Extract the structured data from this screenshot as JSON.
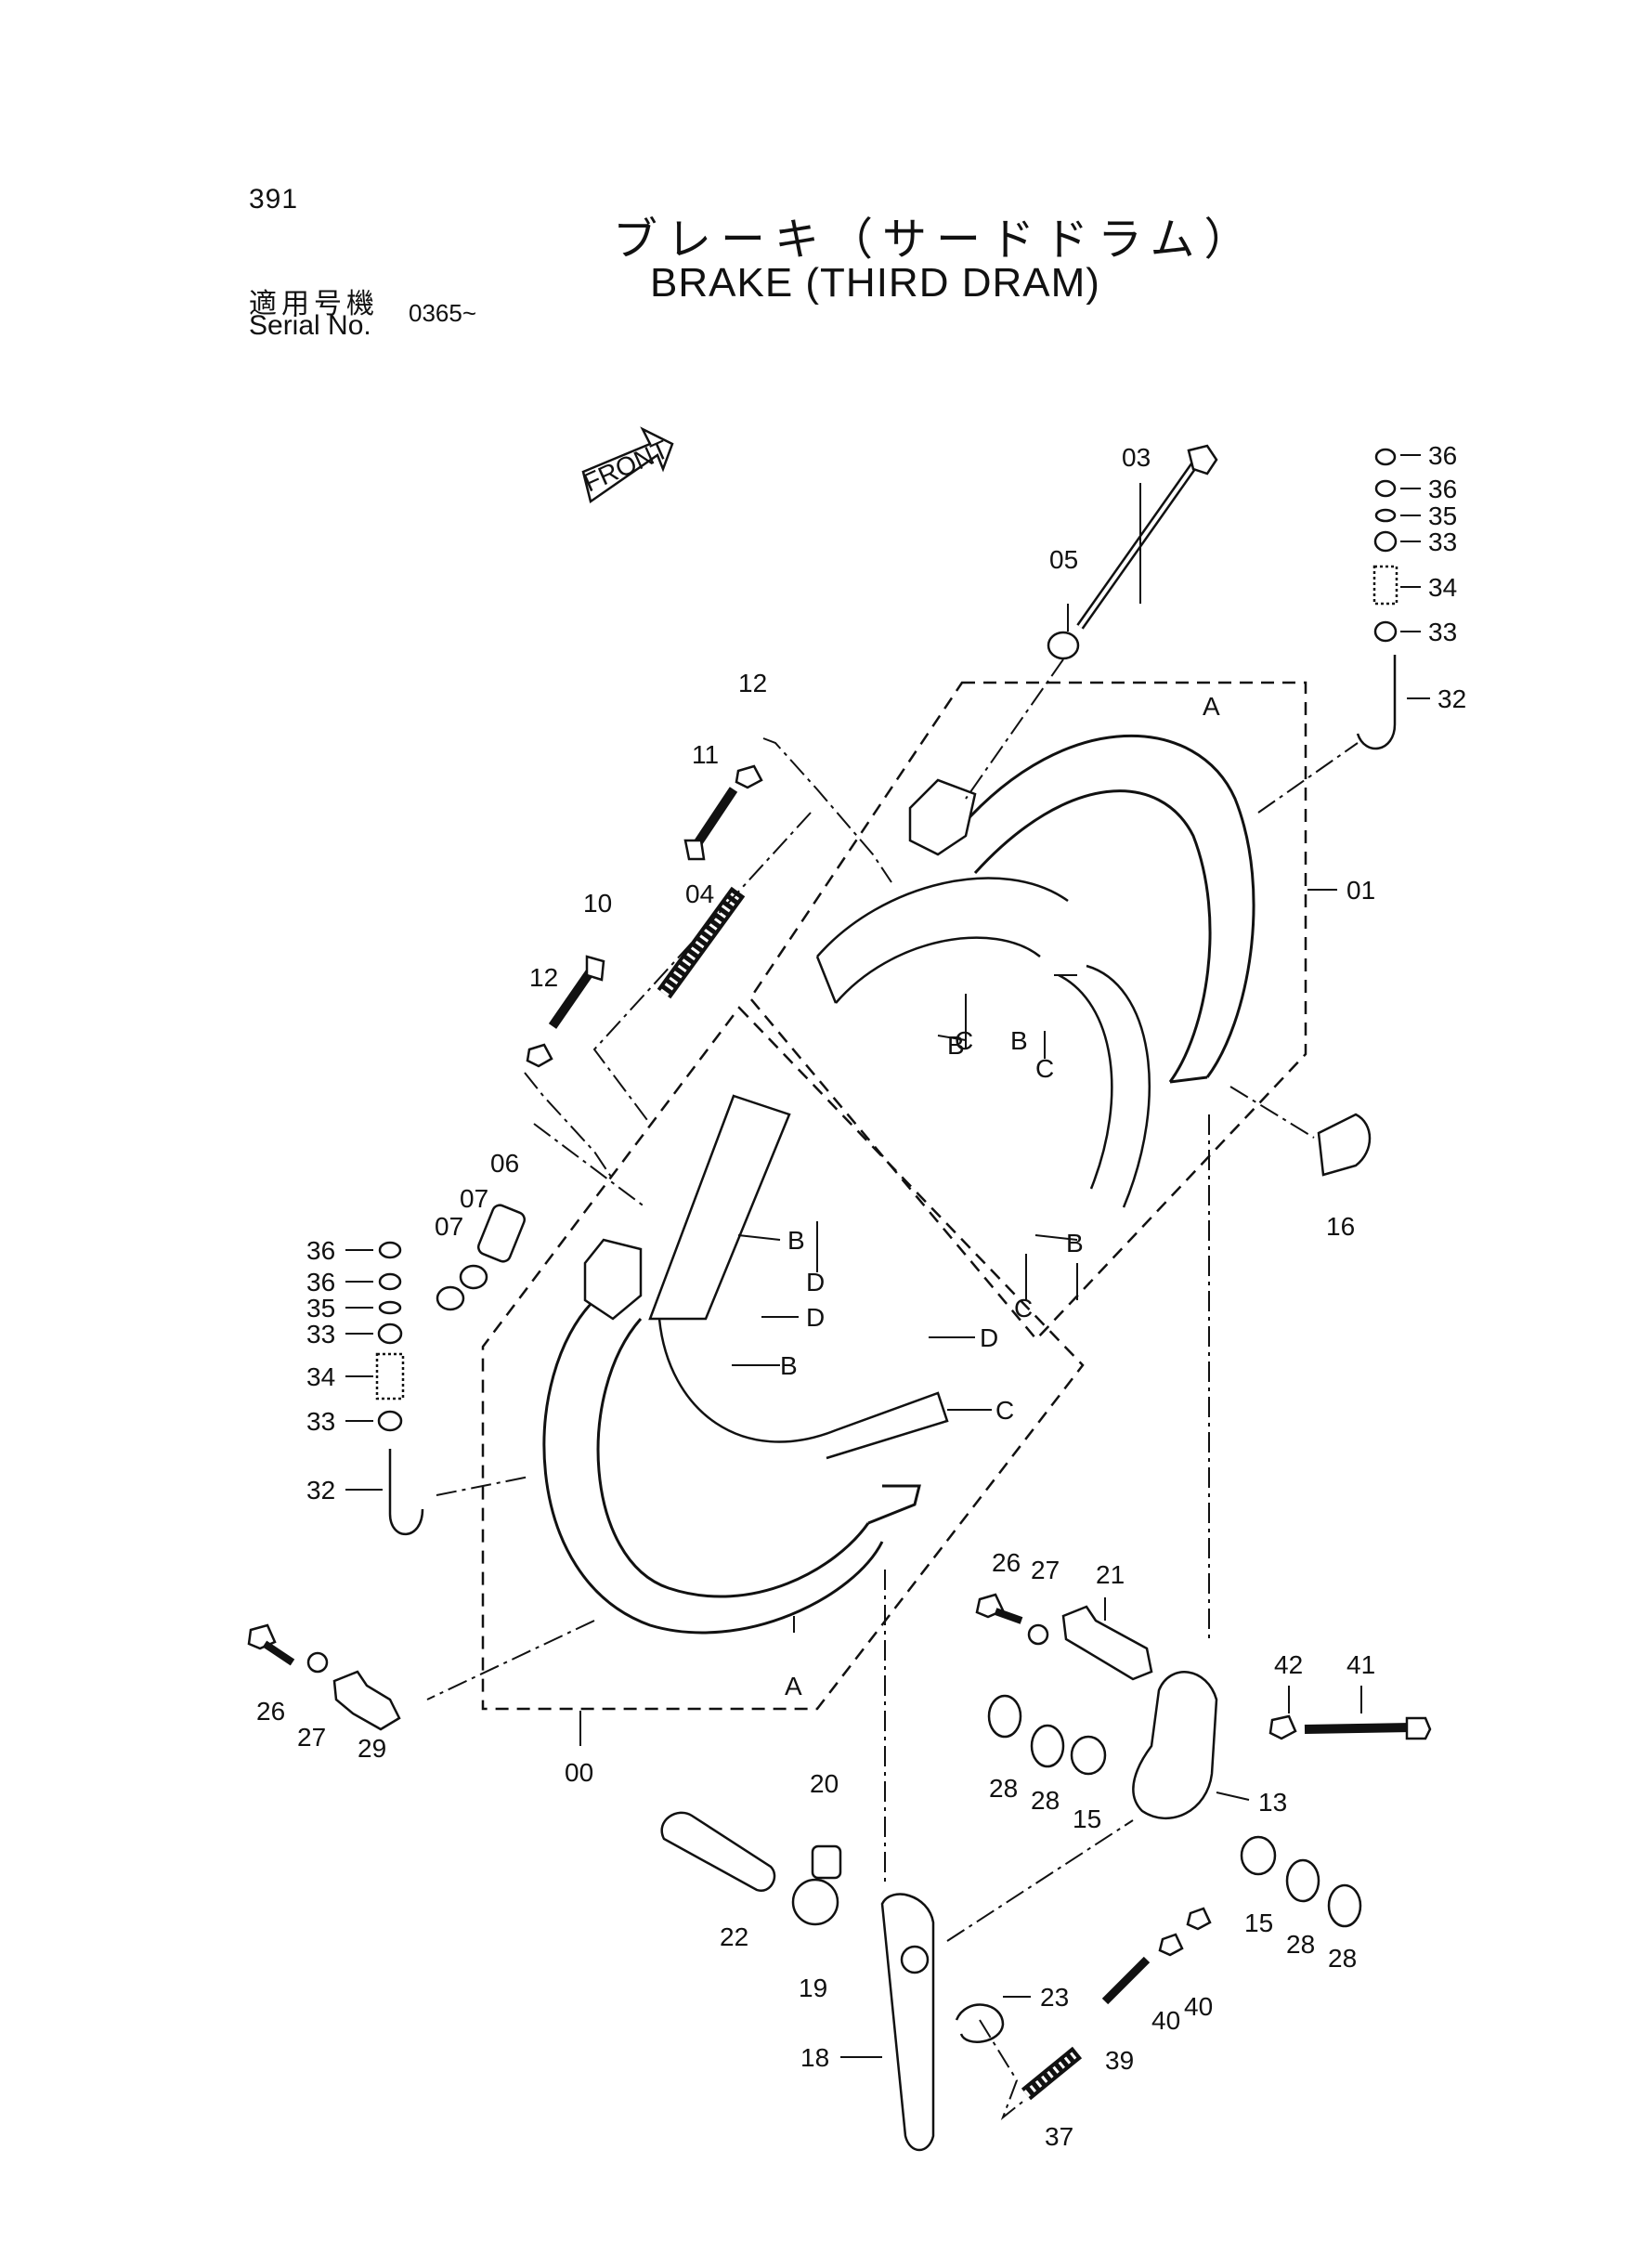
{
  "header": {
    "page_number": "391",
    "title_jp": "ブレーキ（サードドラム）",
    "title_en": "BRAKE (THIRD DRAM)",
    "serial_label_jp": "適用号機",
    "serial_label_en": "Serial No.",
    "serial_value": "0365~"
  },
  "diagram": {
    "front_label": "FRONT",
    "callouts": {
      "p01": "01",
      "p00": "00",
      "p03": "03",
      "p04": "04",
      "p05": "05",
      "p06": "06",
      "p07a": "07",
      "p07b": "07",
      "p10": "10",
      "p11": "11",
      "p12a": "12",
      "p12b": "12",
      "p13": "13",
      "p15a": "15",
      "p15b": "15",
      "p16": "16",
      "p18": "18",
      "p19": "19",
      "p20": "20",
      "p21": "21",
      "p22": "22",
      "p23": "23",
      "p26a": "26",
      "p26b": "26",
      "p27a": "27",
      "p27b": "27",
      "p28a": "28",
      "p28b": "28",
      "p28c": "28",
      "p28d": "28",
      "p29": "29",
      "p32a": "32",
      "p32b": "32",
      "p33a": "33",
      "p33b": "33",
      "p33c": "33",
      "p33d": "33",
      "p34a": "34",
      "p34b": "34",
      "p35a": "35",
      "p35b": "35",
      "p36a": "36",
      "p36b": "36",
      "p36c": "36",
      "p36d": "36",
      "p37": "37",
      "p39": "39",
      "p40a": "40",
      "p40b": "40",
      "p41": "41",
      "p42": "42",
      "refA1": "A",
      "refA2": "A",
      "refB1": "B",
      "refB2": "B",
      "refB3": "B",
      "refB4": "B",
      "refB5": "B",
      "refC1": "C",
      "refC2": "C",
      "refC3": "C",
      "refC4": "C",
      "refD1": "D",
      "refD2": "D",
      "refD3": "D"
    }
  }
}
